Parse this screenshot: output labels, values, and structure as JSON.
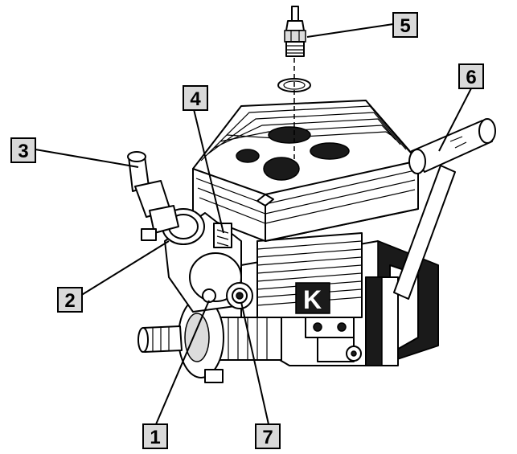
{
  "callouts": [
    {
      "id": "1",
      "label": "1"
    },
    {
      "id": "2",
      "label": "2"
    },
    {
      "id": "3",
      "label": "3"
    },
    {
      "id": "4",
      "label": "4"
    },
    {
      "id": "5",
      "label": "5"
    },
    {
      "id": "6",
      "label": "6"
    },
    {
      "id": "7",
      "label": "7"
    }
  ],
  "logo_text": "K",
  "colors": {
    "ink": "#000000",
    "shade": "#1a1a1a",
    "callout_fill": "#d9d9d9"
  }
}
